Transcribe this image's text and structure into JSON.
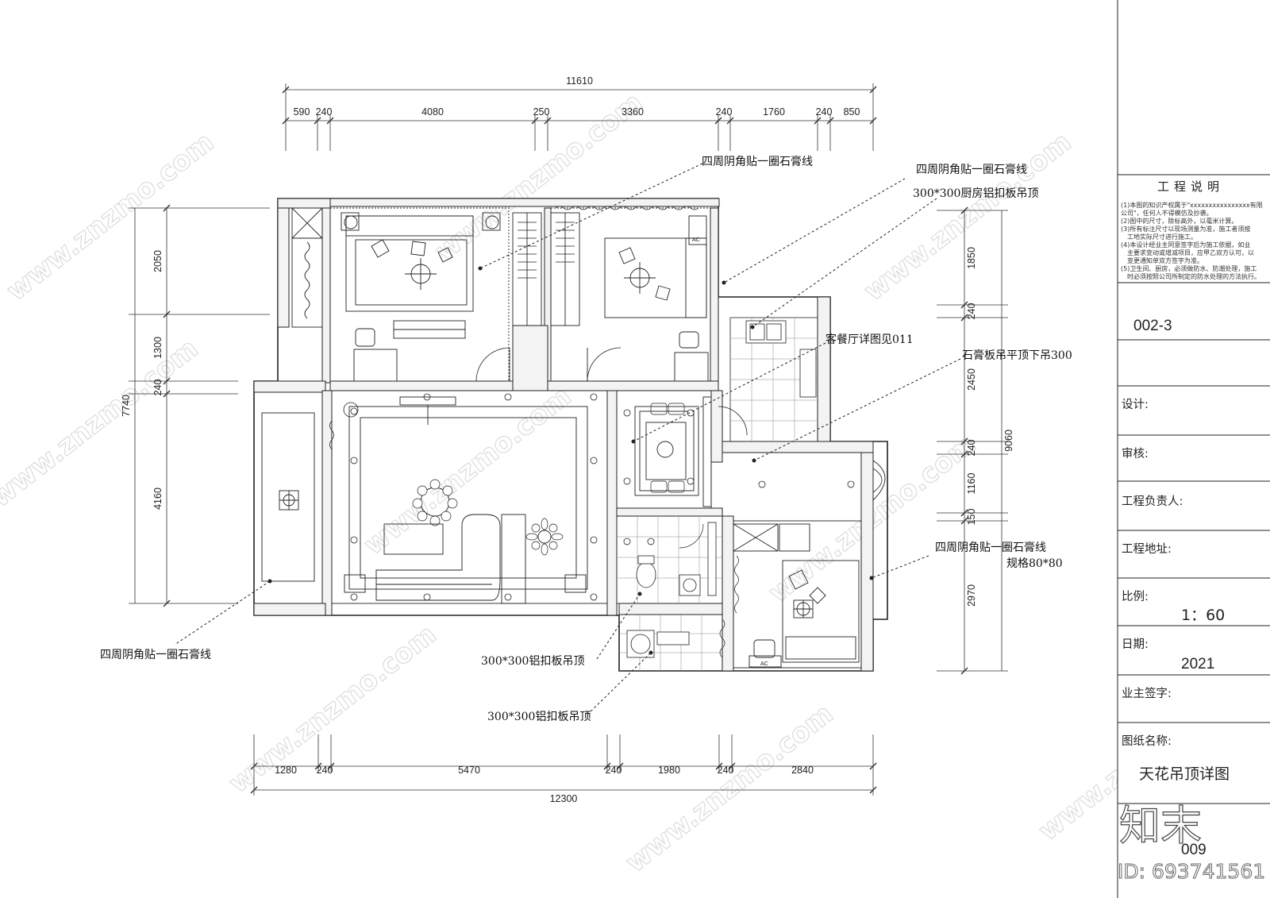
{
  "drawing": {
    "dimensions": {
      "top_total": "11610",
      "top_segments": [
        "590",
        "240",
        "4080",
        "250",
        "3360",
        "240",
        "1760",
        "240",
        "850"
      ],
      "left_total": "7740",
      "left_segments": [
        "2050",
        "1300",
        "240",
        "4160"
      ],
      "right_total": "9060",
      "right_segments": [
        "1850",
        "240",
        "2450",
        "240",
        "1160",
        "150",
        "2970"
      ],
      "bottom_total": "12300",
      "bottom_segments": [
        "1280",
        "240",
        "5470",
        "240",
        "1980",
        "240",
        "2840"
      ]
    },
    "annotations": {
      "note_1": "四周阴角贴一圈石膏线",
      "note_2": "四周阴角贴一圈石膏线",
      "note_3": "300*300厨房铝扣板吊顶",
      "note_4": "客餐厅详图见011",
      "note_5": "石膏板吊平顶下吊300",
      "note_6a": "四周阴角贴一圈石膏线",
      "note_6b": "规格80*80",
      "note_7": "四周阴角贴一圈石膏线",
      "note_8": "300*300铝扣板吊顶",
      "note_9": "300*300铝扣板吊顶"
    },
    "equipment_labels": {
      "ac_1": "AC",
      "ac_2": "AC"
    }
  },
  "title_block": {
    "heading": "工程说明",
    "notes": [
      "(1)本图的知识产权属于\"xxxxxxxxxxxxxxxx有限",
      "公司\"，任何人不得模仿及抄袭。",
      "(2)图中的尺寸，除标高外，以毫米计算。",
      "(3)所有标注尺寸以现场测量为准，施工者须按",
      "工地实际尺寸进行施工。",
      "(4)本设计经业主同意签字后为施工依据，如业",
      "主要求变动或增减项目，应甲乙双方认可，以",
      "变更通知单双方签字为准。",
      "(5)卫生间、厨房，必须做防水、防潮处理，施工",
      "时必须按照公司所制定的防水处理的方法执行。"
    ],
    "drawing_code": "002-3",
    "design_label": "设计:",
    "review_label": "审核:",
    "manager_label": "工程负责人:",
    "address_label": "工程地址:",
    "scale_label": "比例:",
    "scale_value": "1：60",
    "date_label": "日期:",
    "date_value": "2021",
    "owner_sign_label": "业主签字:",
    "drawing_name_label": "图纸名称:",
    "drawing_name_value": "天花吊顶详图",
    "sheet_number": "009"
  },
  "watermark": {
    "brand": "知末",
    "site": "www.znzmo.com",
    "id_text": "ID: 693741561"
  }
}
